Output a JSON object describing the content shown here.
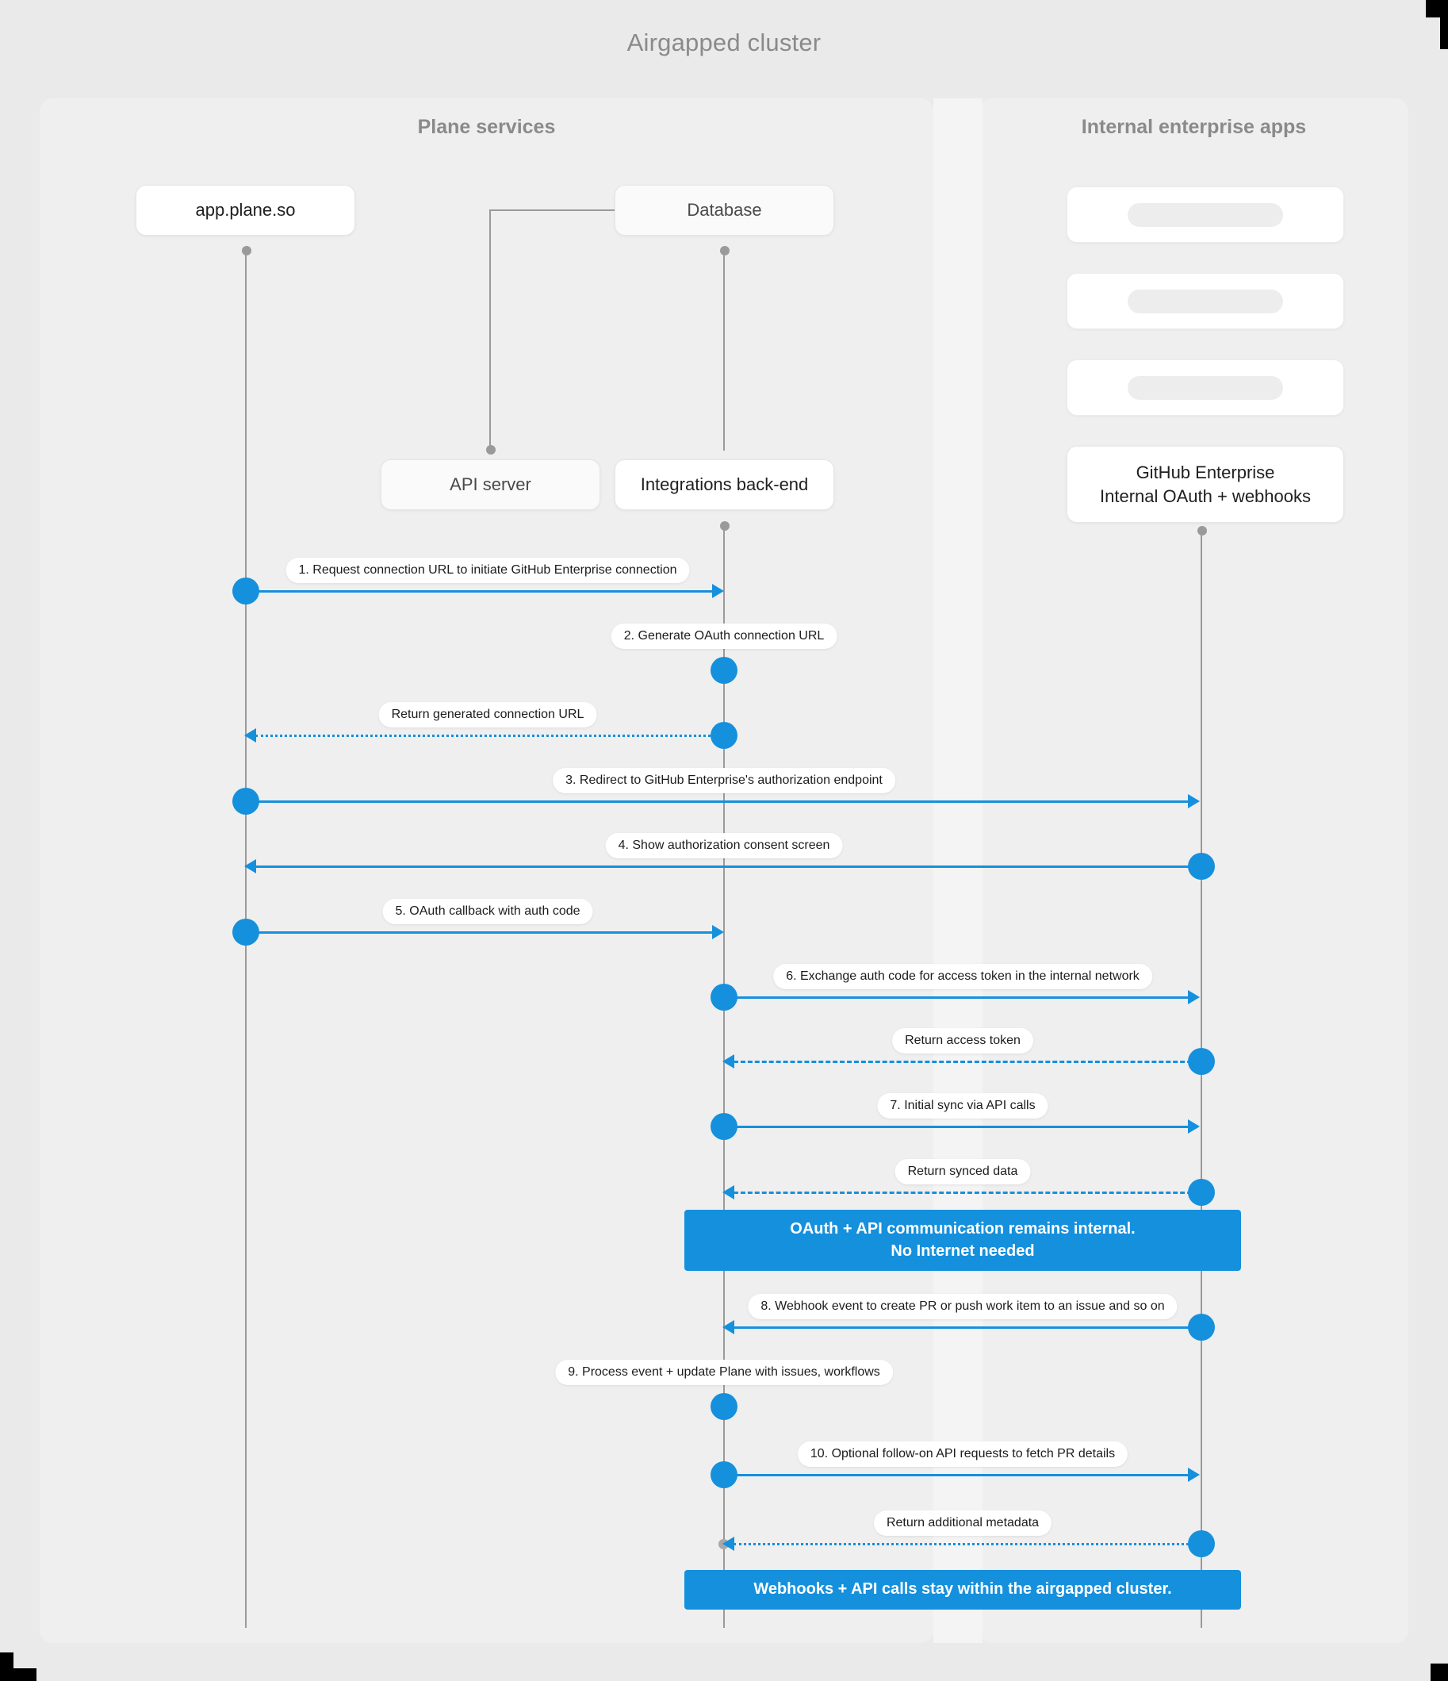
{
  "diagram": {
    "title": "Airgapped cluster",
    "accent_color": "#1590dd",
    "background_color": "#eaeaea",
    "panel_color": "#efefef"
  },
  "groups": {
    "left": {
      "title": "Plane services"
    },
    "right": {
      "title": "Internal enterprise apps"
    }
  },
  "participants": {
    "app_plane": "app.plane.so",
    "database": "Database",
    "api_server": "API server",
    "integrations": "Integrations back-end",
    "github_enterprise": "GitHub Enterprise\nInternal OAuth + webhooks",
    "github_enterprise_line1": "GitHub Enterprise",
    "github_enterprise_line2": "Internal OAuth + webhooks"
  },
  "messages": [
    {
      "id": 1,
      "label": "1. Request connection URL to initiate GitHub Enterprise connection",
      "from": "app_plane",
      "to": "integrations",
      "style": "solid",
      "direction": "right"
    },
    {
      "id": 2,
      "label": "2. Generate OAuth connection URL",
      "from": "integrations",
      "to": "integrations",
      "style": "self",
      "direction": "self"
    },
    {
      "id": 3,
      "label": "Return generated connection URL",
      "from": "integrations",
      "to": "app_plane",
      "style": "dotted",
      "direction": "left"
    },
    {
      "id": 4,
      "label": "3. Redirect to GitHub Enterprise's authorization endpoint",
      "from": "app_plane",
      "to": "github_enterprise",
      "style": "solid",
      "direction": "right"
    },
    {
      "id": 5,
      "label": "4. Show authorization consent screen",
      "from": "github_enterprise",
      "to": "app_plane",
      "style": "solid",
      "direction": "left"
    },
    {
      "id": 6,
      "label": "5. OAuth callback with auth code",
      "from": "app_plane",
      "to": "integrations",
      "style": "solid",
      "direction": "right"
    },
    {
      "id": 7,
      "label": "6. Exchange auth code for access token in the internal network",
      "from": "integrations",
      "to": "github_enterprise",
      "style": "solid",
      "direction": "right"
    },
    {
      "id": 8,
      "label": "Return access token",
      "from": "github_enterprise",
      "to": "integrations",
      "style": "dashed",
      "direction": "left"
    },
    {
      "id": 9,
      "label": "7. Initial sync via API calls",
      "from": "integrations",
      "to": "github_enterprise",
      "style": "solid",
      "direction": "right"
    },
    {
      "id": 10,
      "label": "Return synced data",
      "from": "github_enterprise",
      "to": "integrations",
      "style": "dashed",
      "direction": "left"
    },
    {
      "id": 11,
      "label": "8. Webhook event to create PR  or push work item to an issue  and so on",
      "from": "github_enterprise",
      "to": "integrations",
      "style": "solid",
      "direction": "left"
    },
    {
      "id": 12,
      "label": "9. Process event + update Plane with issues, workflows",
      "from": "integrations",
      "to": "integrations",
      "style": "self",
      "direction": "self"
    },
    {
      "id": 13,
      "label": "10. Optional follow-on API requests to fetch PR details",
      "from": "integrations",
      "to": "github_enterprise",
      "style": "solid",
      "direction": "right"
    },
    {
      "id": 14,
      "label": "Return additional metadata",
      "from": "github_enterprise",
      "to": "integrations",
      "style": "dotted",
      "direction": "left"
    }
  ],
  "notes": {
    "note_internal_line1": "OAuth + API communication remains internal.",
    "note_internal_line2": "No Internet needed",
    "note_bottom": "Webhooks + API calls stay within the airgapped cluster."
  },
  "labels": {
    "m1": "1. Request connection URL to initiate GitHub Enterprise connection",
    "m2": "2. Generate OAuth connection URL",
    "m3": "Return generated connection URL",
    "m4": "3. Redirect to GitHub Enterprise's authorization endpoint",
    "m5": "4. Show authorization consent screen",
    "m6": "5. OAuth callback with auth code",
    "m7": "6. Exchange auth code for access token in the internal network",
    "m8": "Return access token",
    "m9": "7. Initial sync via API calls",
    "m10": "Return synced data",
    "m11": "8. Webhook event to create PR  or push work item to an issue  and so on",
    "m12": "9. Process event + update Plane with issues, workflows",
    "m13": "10. Optional follow-on API requests to fetch PR details",
    "m14": "Return additional metadata"
  }
}
